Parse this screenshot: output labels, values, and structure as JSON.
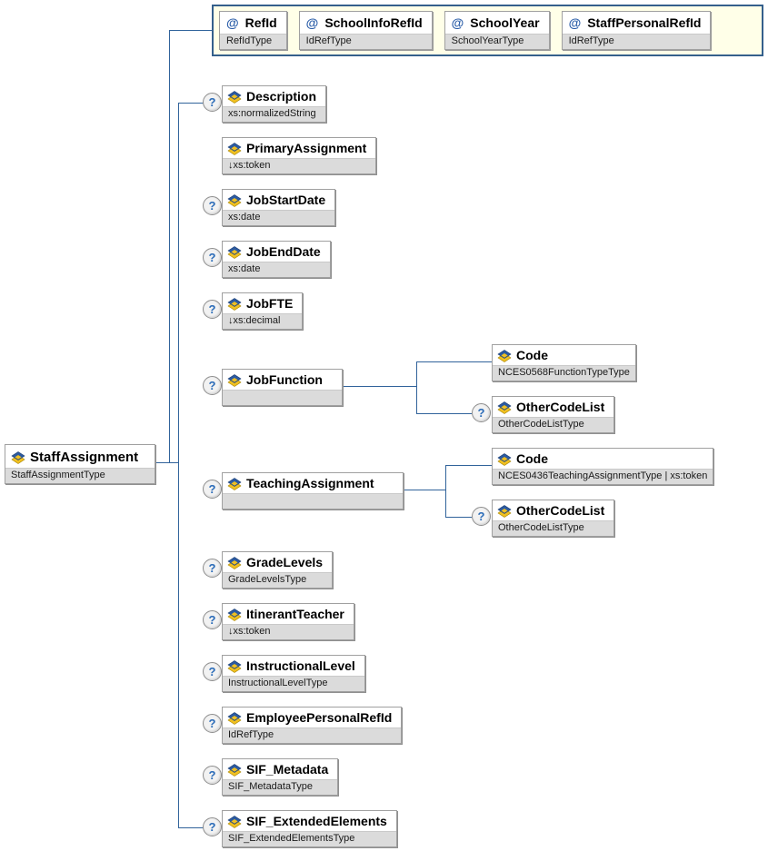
{
  "optional_marker": "?",
  "attr_symbol": "@",
  "root": {
    "name": "StaffAssignment",
    "type": "StaffAssignmentType"
  },
  "attributes": [
    {
      "name": "RefId",
      "type": "RefIdType"
    },
    {
      "name": "SchoolInfoRefId",
      "type": "IdRefType"
    },
    {
      "name": "SchoolYear",
      "type": "SchoolYearType"
    },
    {
      "name": "StaffPersonalRefId",
      "type": "IdRefType"
    }
  ],
  "elements": [
    {
      "name": "Description",
      "type": "xs:normalizedString",
      "optional": true
    },
    {
      "name": "PrimaryAssignment",
      "type": "↓xs:token",
      "optional": false
    },
    {
      "name": "JobStartDate",
      "type": "xs:date",
      "optional": true
    },
    {
      "name": "JobEndDate",
      "type": "xs:date",
      "optional": true
    },
    {
      "name": "JobFTE",
      "type": "↓xs:decimal",
      "optional": true
    },
    {
      "name": "JobFunction",
      "type": "",
      "optional": true
    },
    {
      "name": "TeachingAssignment",
      "type": "",
      "optional": true
    },
    {
      "name": "GradeLevels",
      "type": "GradeLevelsType",
      "optional": true
    },
    {
      "name": "ItinerantTeacher",
      "type": "↓xs:token",
      "optional": true
    },
    {
      "name": "InstructionalLevel",
      "type": "InstructionalLevelType",
      "optional": true
    },
    {
      "name": "EmployeePersonalRefId",
      "type": "IdRefType",
      "optional": true
    },
    {
      "name": "SIF_Metadata",
      "type": "SIF_MetadataType",
      "optional": true
    },
    {
      "name": "SIF_ExtendedElements",
      "type": "SIF_ExtendedElementsType",
      "optional": true
    }
  ],
  "job_function_children": [
    {
      "name": "Code",
      "type": "NCES0568FunctionTypeType",
      "optional": false
    },
    {
      "name": "OtherCodeList",
      "type": "OtherCodeListType",
      "optional": true
    }
  ],
  "teaching_assignment_children": [
    {
      "name": "Code",
      "type": "NCES0436TeachingAssignmentType | xs:token",
      "optional": false
    },
    {
      "name": "OtherCodeList",
      "type": "OtherCodeListType",
      "optional": true
    }
  ],
  "colors": {
    "connector": "#31639B",
    "attr_group_bg": "#FFFFE8",
    "attr_group_border": "#35608C",
    "type_band_bg": "#DBDBDB",
    "optional_glyph": "#2B6CB8",
    "attr_at_symbol": "#2A5DA8"
  }
}
